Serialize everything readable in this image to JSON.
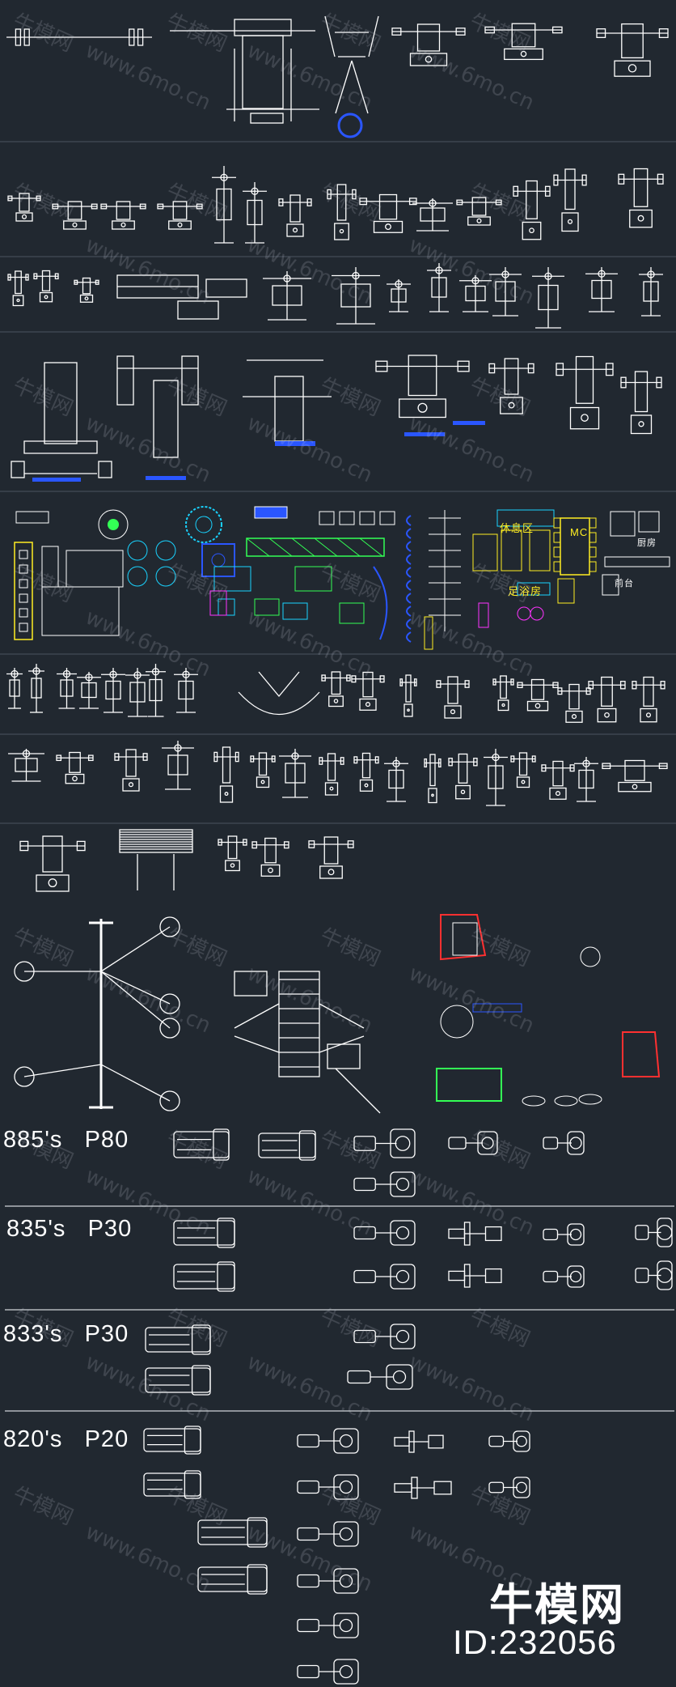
{
  "colors": {
    "background": "#212830",
    "line": "#ffffff",
    "divider": "#4a5360",
    "blue": "#2a56ff",
    "cyan": "#19d3ff",
    "green": "#33ff55",
    "yellow": "#ffee22",
    "magenta": "#ff33ff",
    "red": "#ff3030"
  },
  "series": [
    {
      "label": "885's   P80"
    },
    {
      "label": "835's   P30"
    },
    {
      "label": "833's   P30"
    },
    {
      "label": "820's   P20"
    }
  ],
  "plan_labels": {
    "rest_area": "休息区",
    "foot_room": "足浴房",
    "mc": "MC",
    "kitchen": "厨房",
    "front_desk": "前台"
  },
  "watermark": {
    "brand": "牛模网",
    "site": "www.6mo.cn"
  },
  "footer": {
    "brand": "牛模网",
    "id": "ID:232056"
  },
  "icons": [
    "gym-equipment-icon",
    "treadmill-icon",
    "bench-icon",
    "weight-rack-icon"
  ]
}
